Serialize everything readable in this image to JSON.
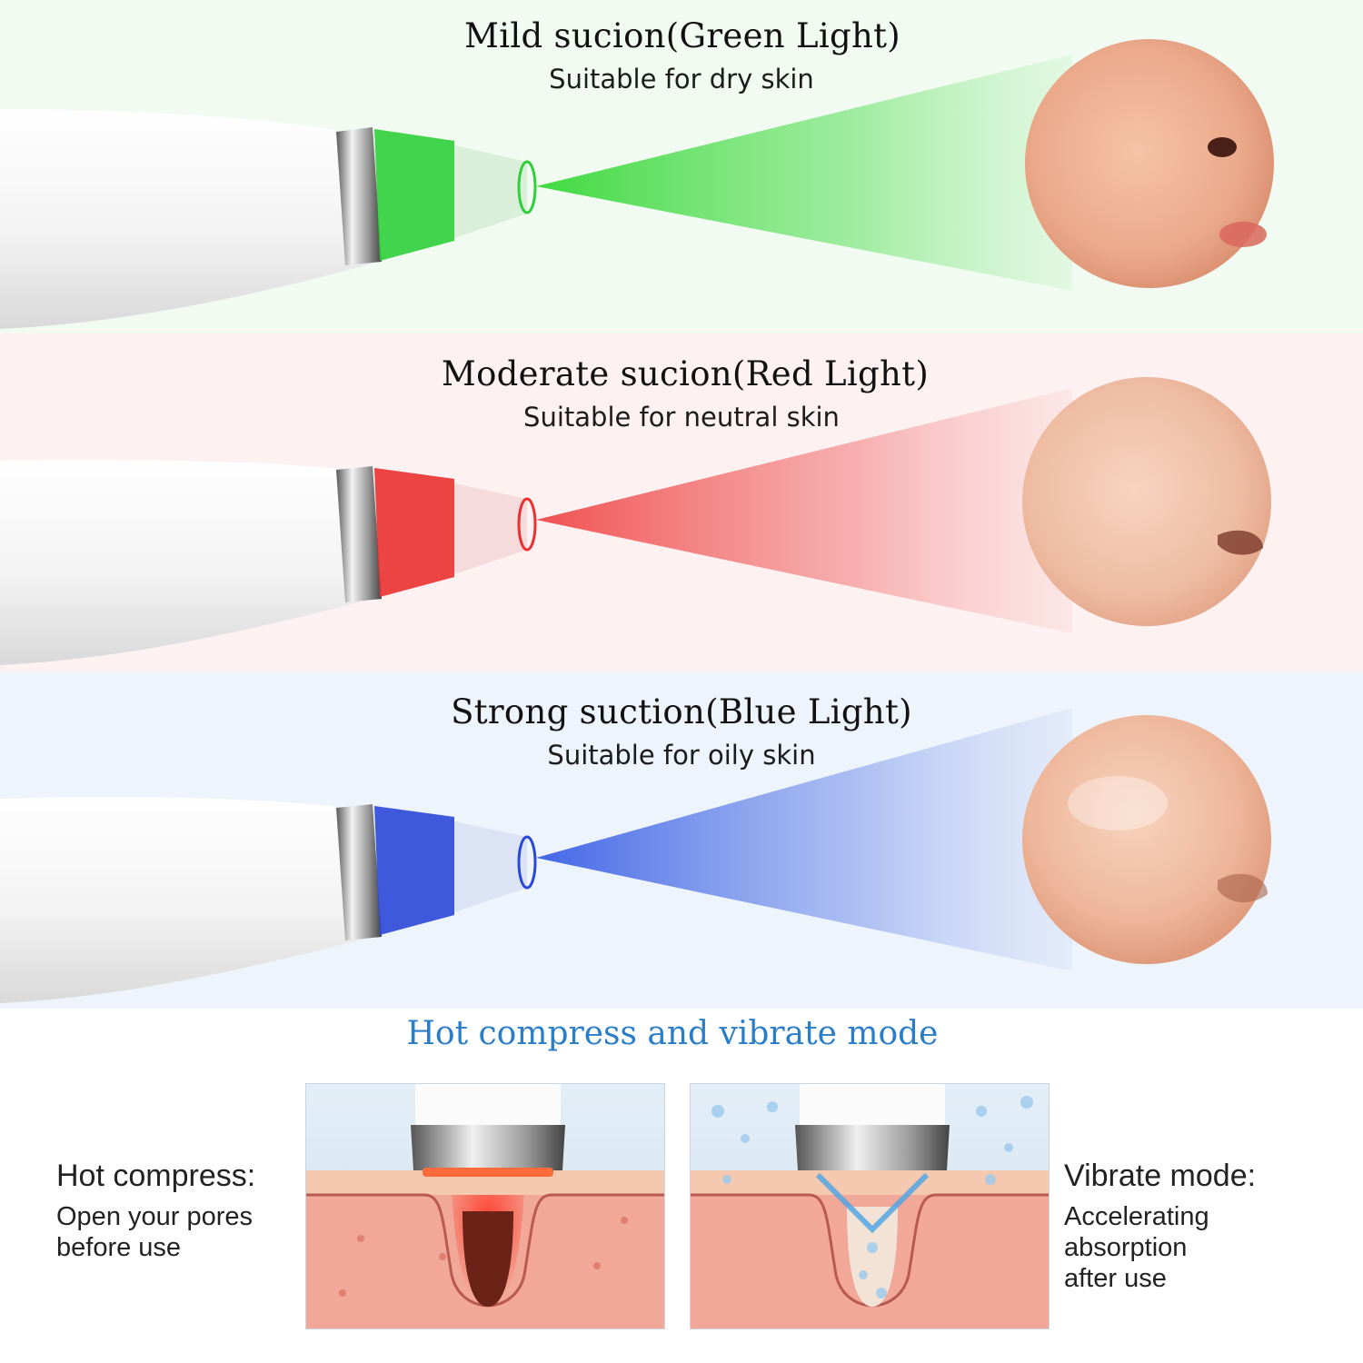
{
  "modes": [
    {
      "title": "Mild sucion(Green Light)",
      "subtitle": "Suitable for dry skin",
      "light_color": "#2fd12f",
      "icon": "green-light-icon"
    },
    {
      "title": "Moderate sucion(Red Light)",
      "subtitle": "Suitable for neutral skin",
      "light_color": "#f03a3a",
      "icon": "red-light-icon"
    },
    {
      "title": "Strong suction(Blue Light)",
      "subtitle": "Suitable for oily skin",
      "light_color": "#2b55e0",
      "icon": "blue-light-icon"
    }
  ],
  "extra_modes": {
    "heading": "Hot compress and vibrate mode",
    "heading_color": "#2a7dc8",
    "hot": {
      "title": "Hot compress:",
      "text": "Open your pores\nbefore use"
    },
    "vibrate": {
      "title": "Vibrate mode:",
      "text": "Accelerating\nabsorption\nafter use"
    }
  }
}
